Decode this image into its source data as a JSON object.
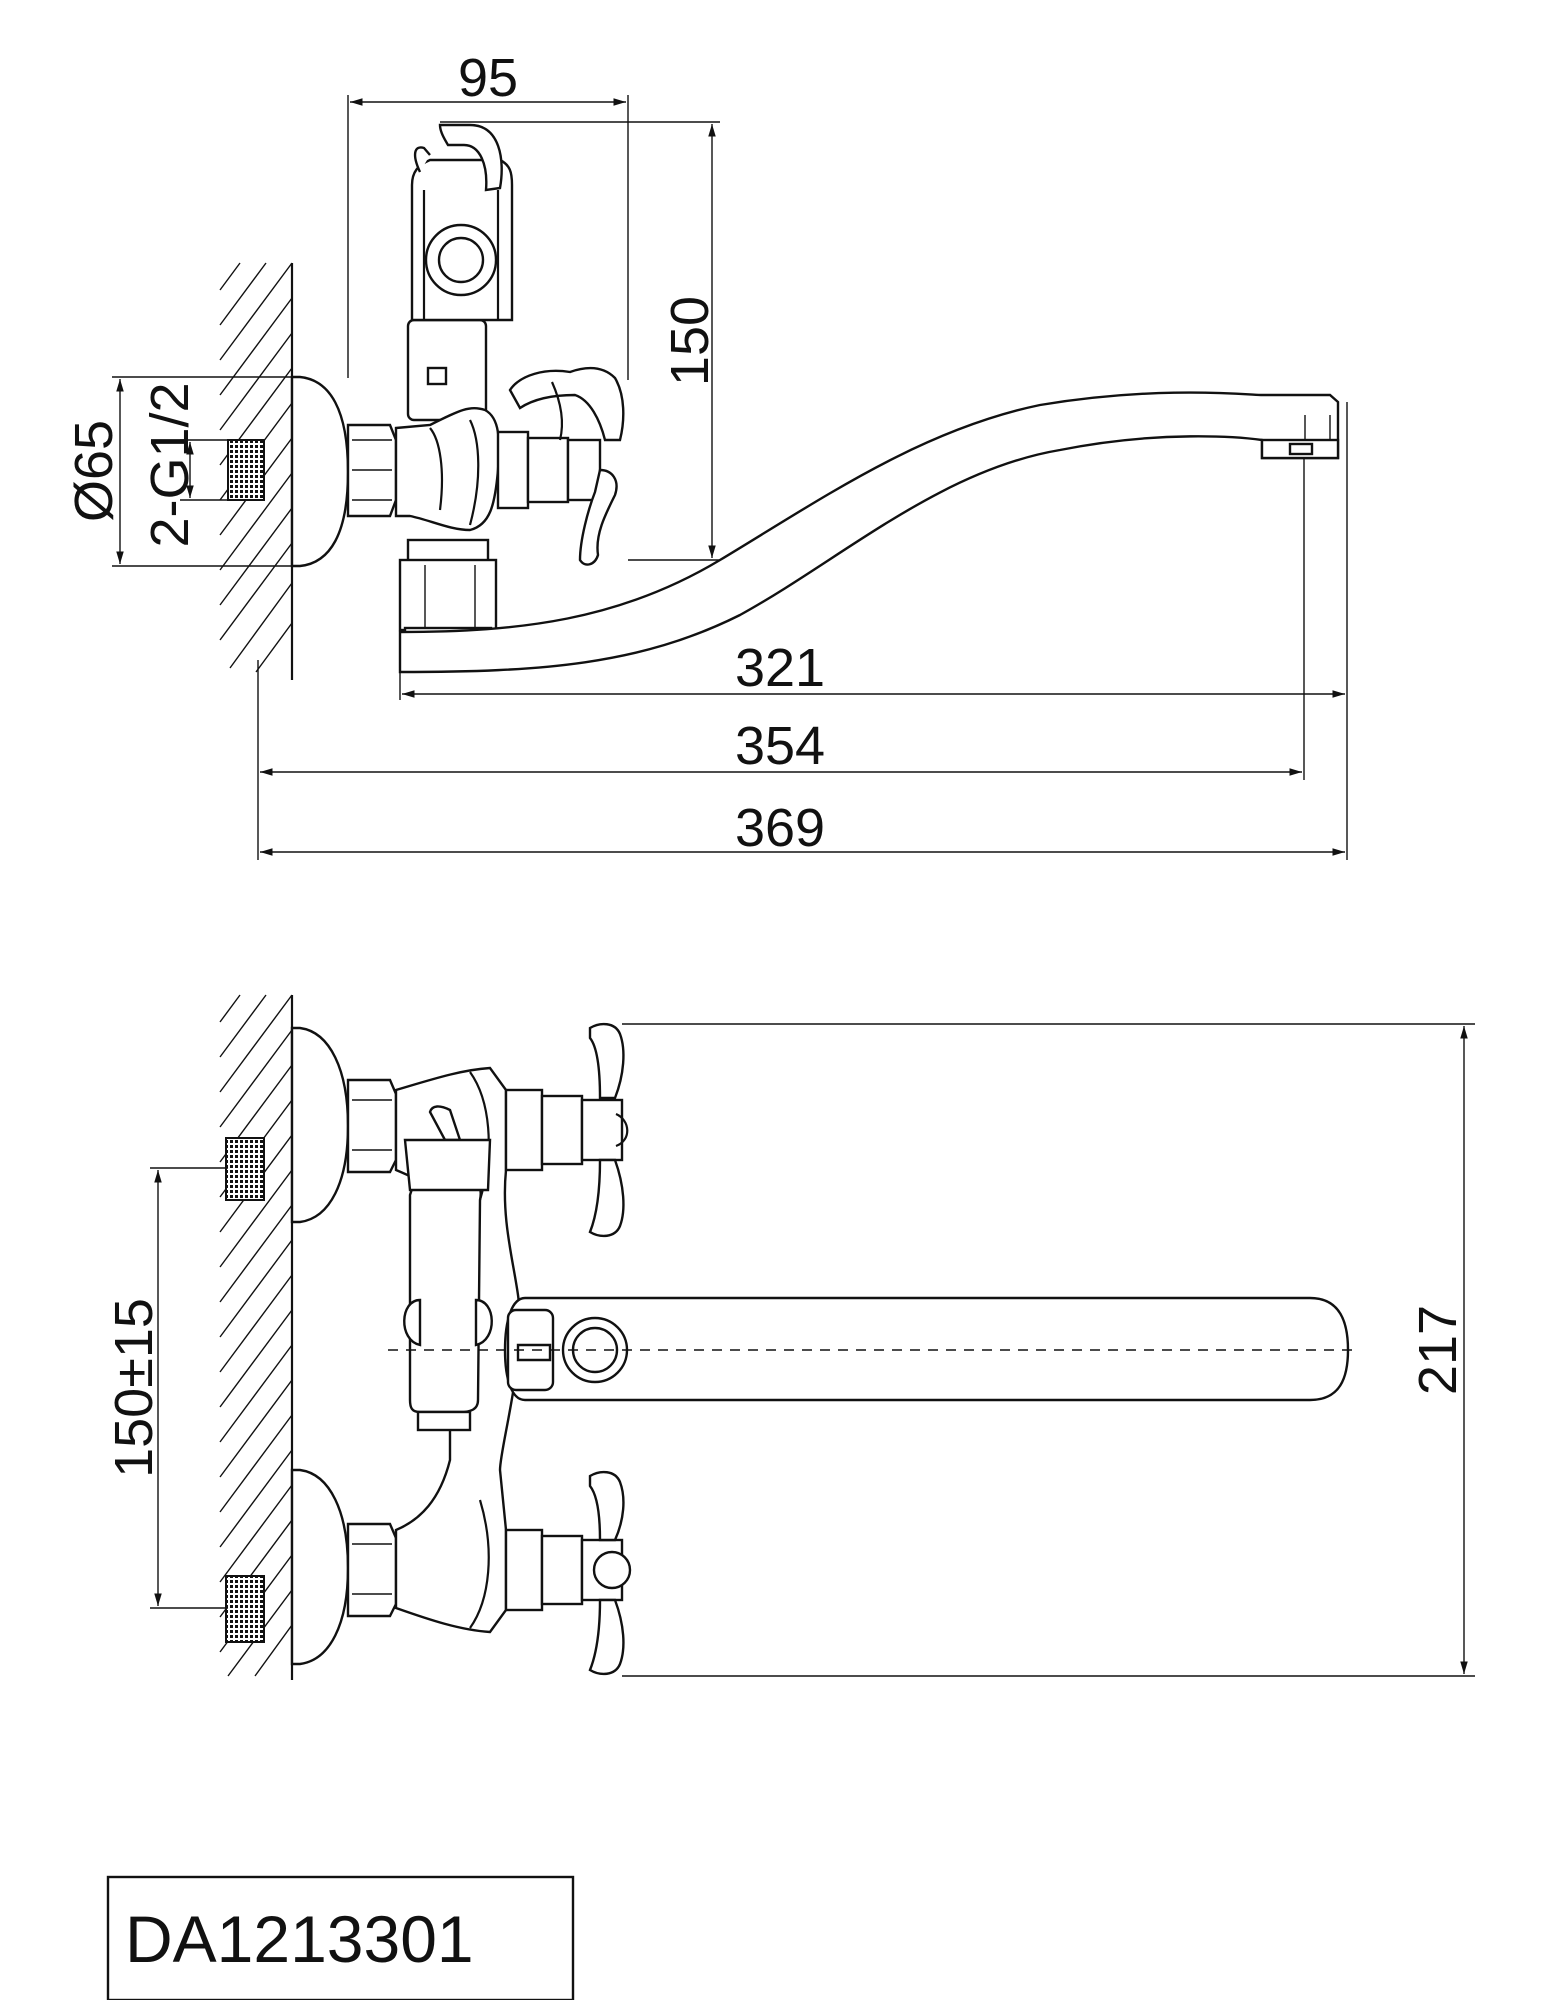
{
  "drawing": {
    "top_view": {
      "dimensions": {
        "width_95": "95",
        "height_150": "150",
        "diameter": "Ø65",
        "thread": "2-G1/2",
        "reach_321": "321",
        "reach_354": "354",
        "reach_369": "369"
      }
    },
    "front_view": {
      "dimensions": {
        "centers": "150±15",
        "height_217": "217"
      }
    },
    "model_code": "DA1213301"
  }
}
